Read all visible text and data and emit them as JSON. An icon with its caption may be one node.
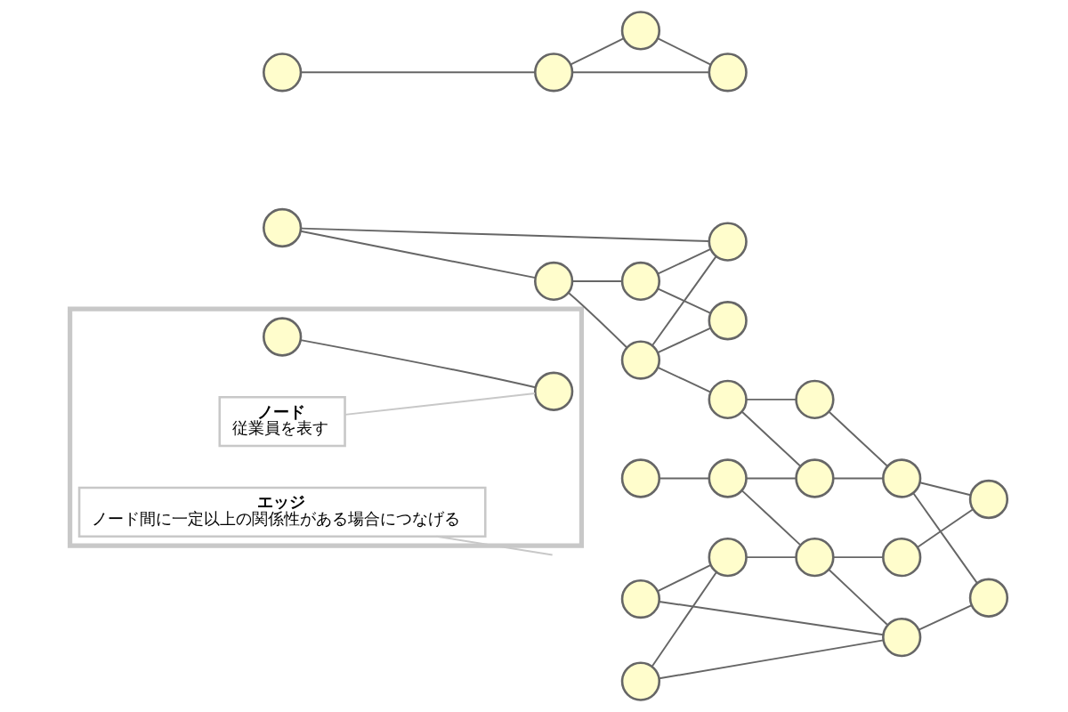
{
  "diagram": {
    "nodes": [
      {
        "text": [],
        "shape": "box"
      },
      {
        "text": [],
        "shape": "circle",
        "in": 0
      },
      {
        "text": [],
        "shape": "circle",
        "in": 0
      },
      {
        "text": [
          "エッジ",
          "ノード間に一定以上の関係性がある場合につなげる"
        ],
        "in": 0
      },
      {
        "text": [
          "ノード",
          "従業員を表す"
        ],
        "in": 0
      },
      {
        "text": [],
        "shape": "circle"
      },
      {
        "text": [],
        "shape": "circle"
      },
      {
        "text": [],
        "shape": "circle"
      },
      {
        "text": [],
        "shape": "circle"
      },
      {
        "text": [],
        "shape": "circle"
      },
      {
        "text": [],
        "shape": "circle"
      },
      {
        "text": [],
        "shape": "circle"
      },
      {
        "text": [],
        "shape": "circle"
      },
      {
        "text": [],
        "shape": "circle"
      },
      {
        "text": [],
        "shape": "circle"
      },
      {
        "text": [],
        "shape": "circle"
      },
      {
        "text": [],
        "shape": "circle"
      },
      {
        "text": [],
        "shape": "circle"
      },
      {
        "text": [],
        "shape": "circle"
      },
      {
        "text": [],
        "shape": "circle"
      },
      {
        "text": [],
        "shape": "circle"
      },
      {
        "text": [],
        "shape": "circle"
      },
      {
        "text": [],
        "shape": "circle"
      },
      {
        "text": [],
        "shape": "circle"
      },
      {
        "text": [],
        "shape": "circle"
      },
      {
        "text": [],
        "shape": "circle"
      },
      {
        "text": [],
        "shape": "circle"
      },
      {
        "text": [],
        "shape": "circle"
      },
      {
        "text": [],
        "shape": "circle"
      }
    ],
    "edges": [
      {
        "from": 1,
        "to": 2,
        "arrow": "none"
      },
      {
        "from": 3,
        "to": null,
        "arrow": "none",
        "color": "#c8c8c8"
      },
      {
        "from": 4,
        "to": 2,
        "arrow": "none",
        "color": "#c8c8c8"
      },
      {
        "from": 5,
        "to": 6,
        "arrow": "none"
      },
      {
        "from": 5,
        "to": 8,
        "arrow": "none"
      },
      {
        "from": 6,
        "to": 7,
        "arrow": "none"
      },
      {
        "from": 7,
        "to": 8,
        "arrow": "none"
      },
      {
        "from": 7,
        "to": 10,
        "arrow": "none"
      },
      {
        "from": 6,
        "to": 9,
        "arrow": "none"
      },
      {
        "from": 9,
        "to": 8,
        "arrow": "none"
      },
      {
        "from": 9,
        "to": 10,
        "arrow": "none"
      },
      {
        "from": 9,
        "to": 12,
        "arrow": "none"
      },
      {
        "from": 12,
        "to": 18,
        "arrow": "none"
      },
      {
        "from": 12,
        "to": 19,
        "arrow": "none"
      },
      {
        "from": 11,
        "to": 13,
        "arrow": "none"
      },
      {
        "from": 13,
        "to": 18,
        "arrow": "none"
      },
      {
        "from": 13,
        "to": 22,
        "arrow": "none"
      },
      {
        "from": 18,
        "to": 23,
        "arrow": "none"
      },
      {
        "from": 19,
        "to": 23,
        "arrow": "none"
      },
      {
        "from": 23,
        "to": 26,
        "arrow": "none"
      },
      {
        "from": 23,
        "to": 28,
        "arrow": "none"
      },
      {
        "from": 22,
        "to": 27,
        "arrow": "none"
      },
      {
        "from": 27,
        "to": 28,
        "arrow": "none"
      },
      {
        "from": 22,
        "to": 25,
        "arrow": "none"
      },
      {
        "from": 21,
        "to": 22,
        "arrow": "none"
      },
      {
        "from": 15,
        "to": 21,
        "arrow": "none"
      },
      {
        "from": 15,
        "to": 25,
        "arrow": "none"
      },
      {
        "from": 20,
        "to": 21,
        "arrow": "none"
      },
      {
        "from": 20,
        "to": 25,
        "arrow": "none"
      },
      {
        "from": 25,
        "to": 26,
        "arrow": "none"
      },
      {
        "from": 14,
        "to": 17,
        "arrow": "none"
      },
      {
        "from": 17,
        "to": 16,
        "arrow": "none"
      },
      {
        "from": 17,
        "to": 24,
        "arrow": "none"
      },
      {
        "from": 16,
        "to": 24,
        "arrow": "none"
      }
    ]
  }
}
